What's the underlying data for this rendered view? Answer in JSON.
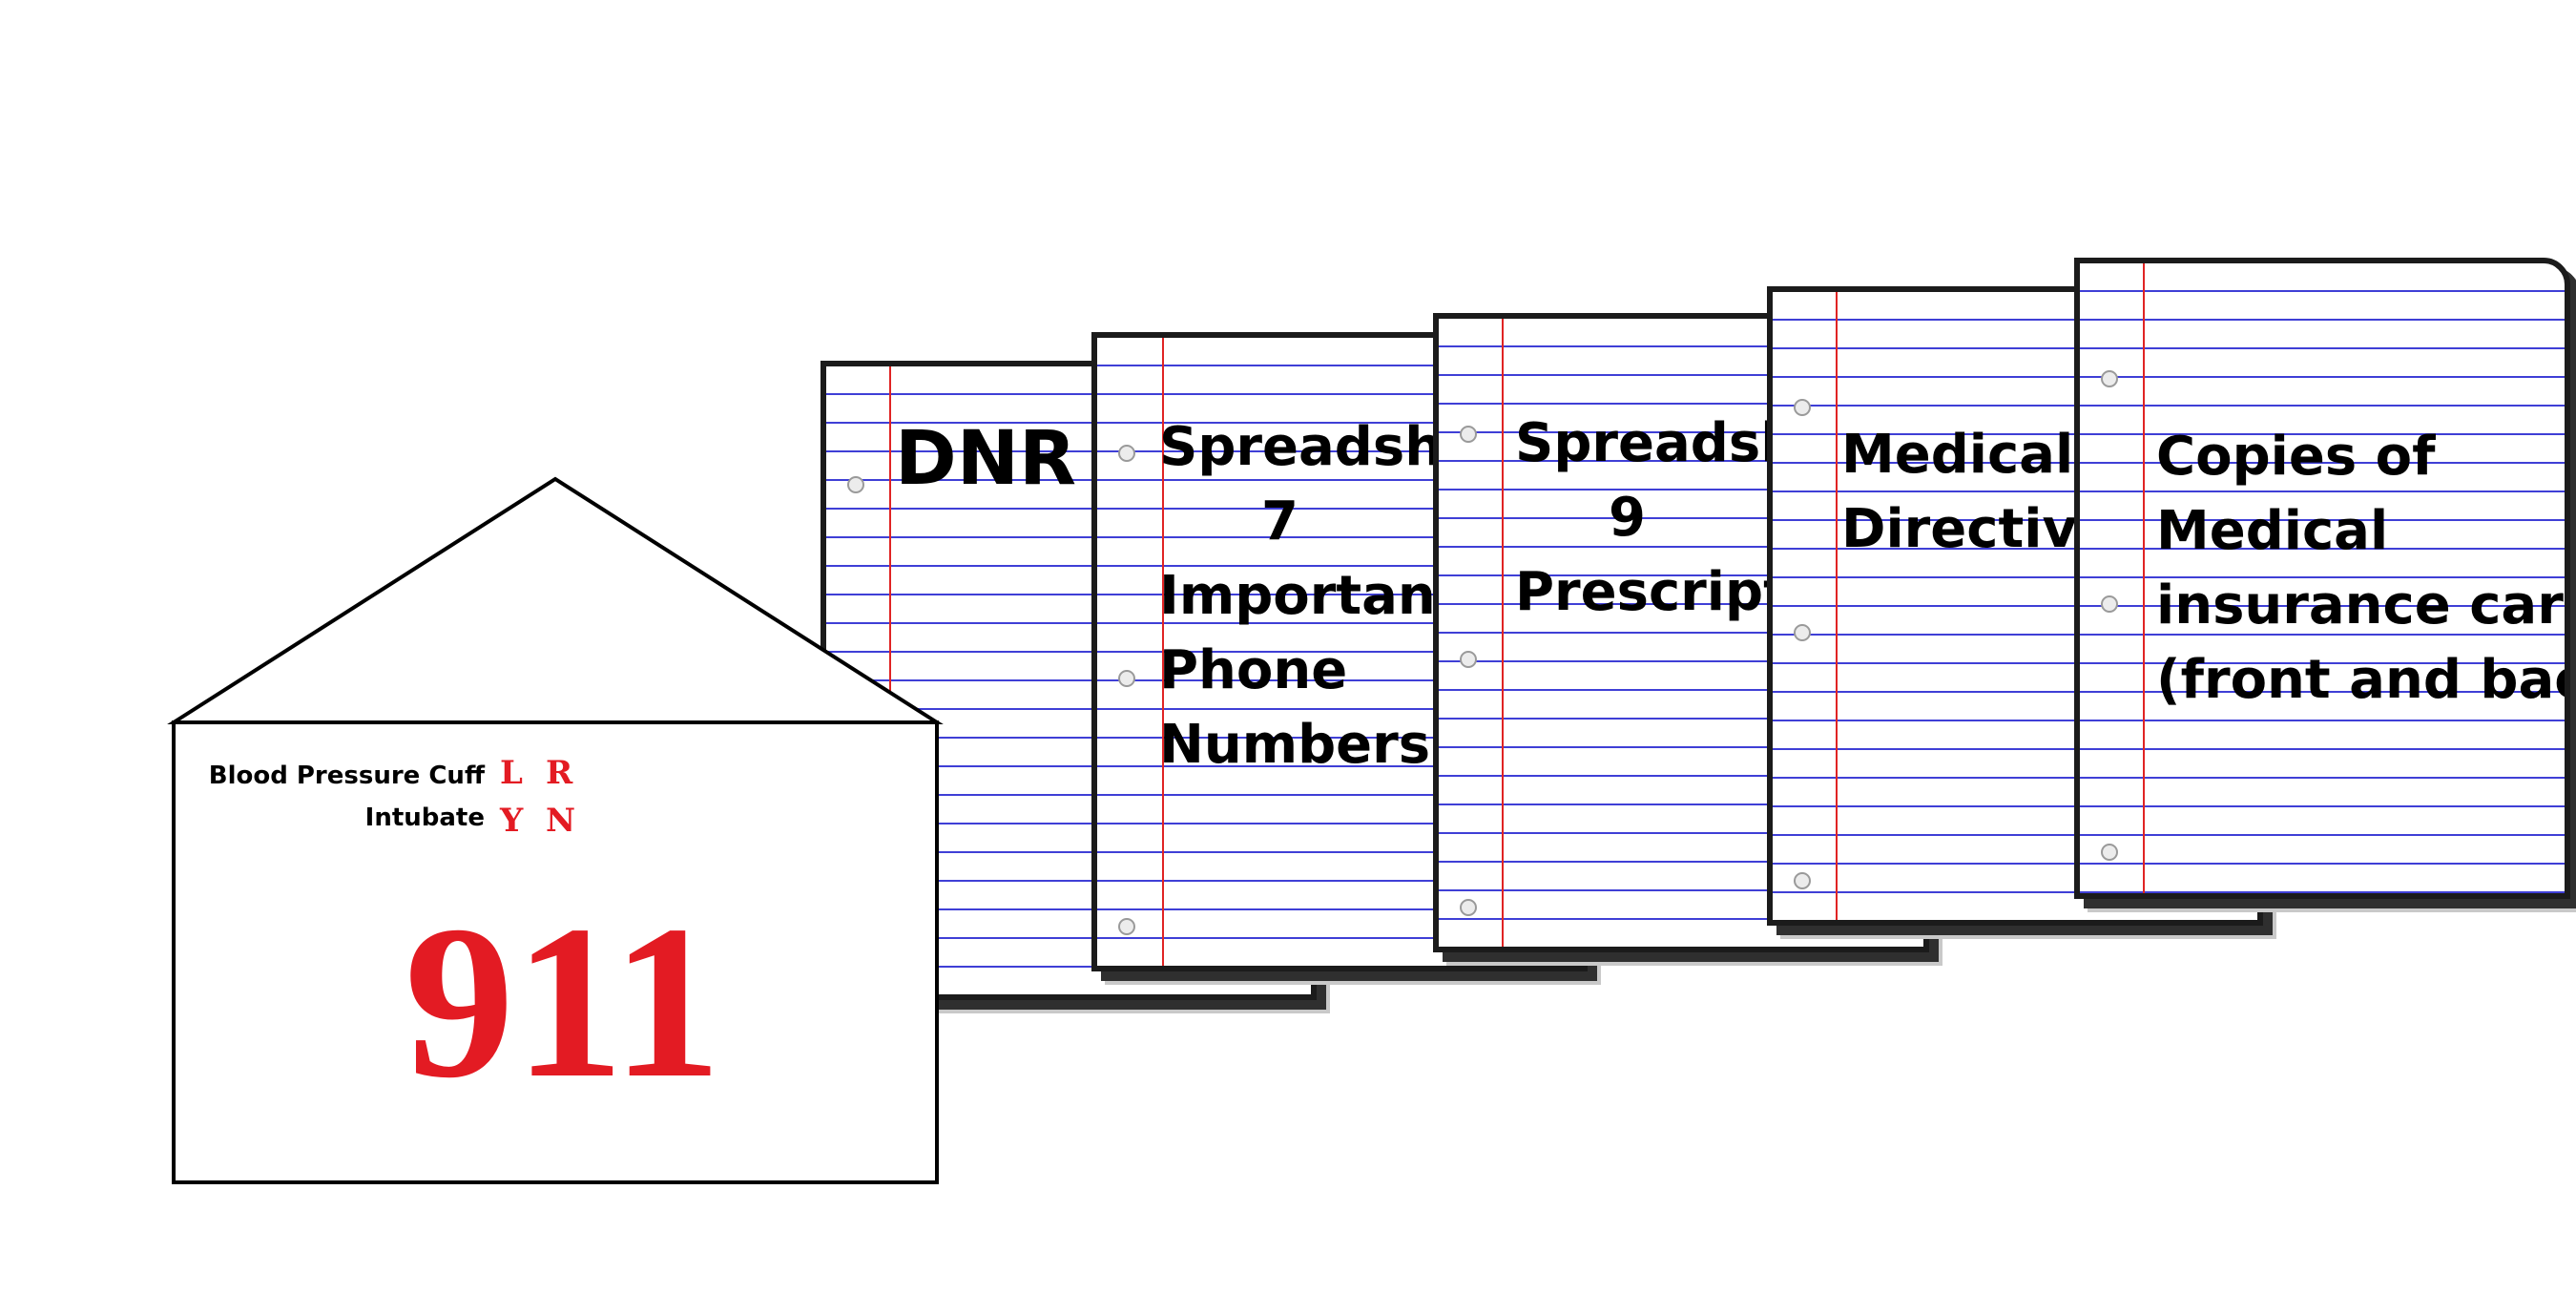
{
  "pages": [
    {
      "id": "dnr",
      "lines": [
        "DNR"
      ]
    },
    {
      "id": "spreadsheet-7",
      "lines": [
        "Spreadshe",
        "7",
        "Important",
        "Phone",
        "Numbers"
      ]
    },
    {
      "id": "spreadsheet-9",
      "lines": [
        "Spreadsh",
        "9",
        "Prescripti"
      ]
    },
    {
      "id": "medical-directive",
      "lines": [
        "Medical",
        "Directive"
      ]
    },
    {
      "id": "insurance-cards",
      "lines": [
        "Copies of",
        "Medical",
        "insurance cards",
        "(front and back)"
      ]
    }
  ],
  "envelope": {
    "rows": [
      {
        "label": "Blood Pressure Cuff",
        "option_a": "L",
        "option_b": "R"
      },
      {
        "label": "Intubate",
        "option_a": "Y",
        "option_b": "N"
      }
    ],
    "number": "911"
  },
  "colors": {
    "rule_line": "#3f3fd6",
    "margin_line": "#e02424",
    "envelope_red": "#e31b23",
    "outline": "#1b1b1b"
  }
}
